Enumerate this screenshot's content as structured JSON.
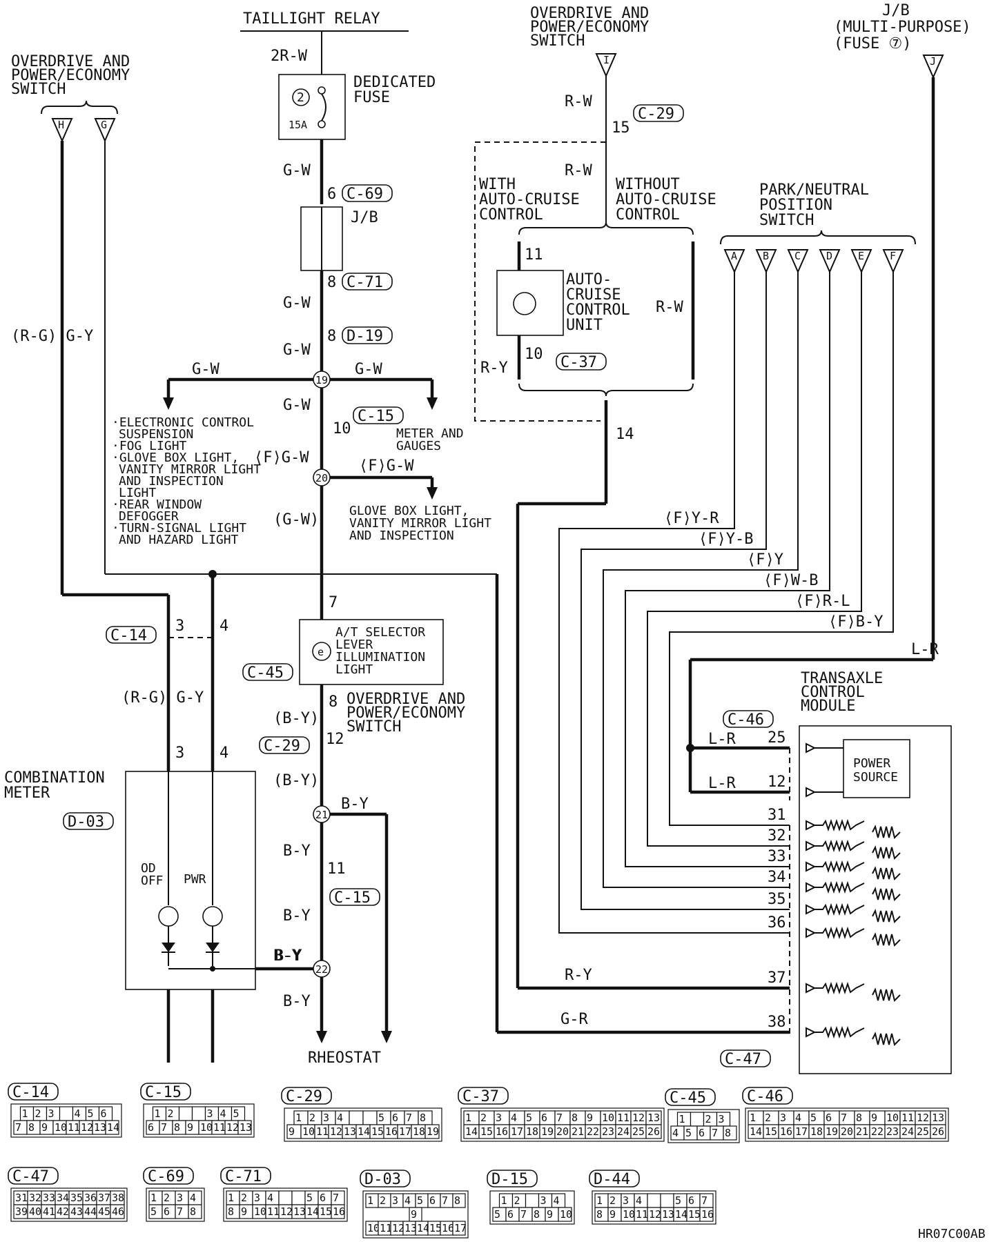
{
  "top": {
    "taillight_relay": "TAILLIGHT RELAY",
    "od_switch_top": [
      "OVERDRIVE AND",
      "POWER/ECONOMY",
      "SWITCH"
    ],
    "od_switch_left": [
      "OVERDRIVE AND",
      "POWER/ECONOMY",
      "SWITCH"
    ],
    "jb_fuse": [
      "J/B",
      "(MULTI-PURPOSE)",
      "(FUSE ⑦)"
    ],
    "term_h": "H",
    "term_g": "G",
    "term_i": "I",
    "term_j": "J"
  },
  "fuse": {
    "num": "2",
    "amp": "15A",
    "label": [
      "DEDICATED",
      "FUSE"
    ]
  },
  "jb": {
    "label": "J/B"
  },
  "wires": {
    "w_2rw": "2R-W",
    "w_gw": "G-W",
    "w_rw": "R-W",
    "w_ry": "R-Y",
    "w_rg_gy": "(R-G) G-Y",
    "w_fgw": "⟨F⟩G-W",
    "w_gw_paren": "(G-W)",
    "w_by_paren": "(B-Y)",
    "w_by": "B-Y",
    "w_lr": "L-R",
    "w_gr": "G-R",
    "w_fyr": "⟨F⟩Y-R",
    "w_fyb": "⟨F⟩Y-B",
    "w_fy": "⟨F⟩Y",
    "w_fwb": "⟨F⟩W-B",
    "w_frl": "⟨F⟩R-L",
    "w_fby": "⟨F⟩B-Y"
  },
  "connectors": {
    "c29": "C-29",
    "c69": "C-69",
    "c71": "C-71",
    "d19": "D-19",
    "c15": "C-15",
    "c37": "C-37",
    "c14": "C-14",
    "c45": "C-45",
    "d03": "D-03",
    "c46": "C-46",
    "c47": "C-47"
  },
  "pins": {
    "p6": "6",
    "p8": "8",
    "p10": "10",
    "p11": "11",
    "p14": "14",
    "p15": "15",
    "p3": "3",
    "p4": "4",
    "p7": "7",
    "p12": "12",
    "p25": "25",
    "p31": "31",
    "p32": "32",
    "p33": "33",
    "p34": "34",
    "p35": "35",
    "p36": "36",
    "p37": "37",
    "p38": "38"
  },
  "splices": {
    "s19": "19",
    "s20": "20",
    "s21": "21",
    "s22": "22"
  },
  "cruise": {
    "with": [
      "WITH",
      "AUTO-CRUISE",
      "CONTROL"
    ],
    "without": [
      "WITHOUT",
      "AUTO-CRUISE",
      "CONTROL"
    ],
    "unit": [
      "AUTO-",
      "CRUISE",
      "CONTROL",
      "UNIT"
    ]
  },
  "park_neutral": {
    "label": [
      "PARK/NEUTRAL",
      "POSITION",
      "SWITCH"
    ],
    "terminals": [
      "A",
      "B",
      "C",
      "D",
      "E",
      "F"
    ]
  },
  "loads": {
    "list": [
      [
        "·ELECTRONIC CONTROL",
        "SUSPENSION"
      ],
      [
        "·FOG LIGHT"
      ],
      [
        "·GLOVE BOX LIGHT,",
        "VANITY MIRROR LIGHT",
        "AND INSPECTION",
        "LIGHT"
      ],
      [
        "·REAR WINDOW",
        "DEFOGGER"
      ],
      [
        "·TURN-SIGNAL LIGHT",
        "AND HAZARD LIGHT"
      ]
    ],
    "meter": [
      "METER AND",
      "GAUGES"
    ],
    "glove": [
      "GLOVE BOX LIGHT,",
      "VANITY MIRROR LIGHT",
      "AND INSPECTION"
    ],
    "rheostat": "RHEOSTAT"
  },
  "selector": {
    "label": [
      "A/T SELECTOR",
      "LEVER",
      "ILLUMINATION",
      "LIGHT"
    ]
  },
  "od_switch_mid": [
    "OVERDRIVE AND",
    "POWER/ECONOMY",
    "SWITCH"
  ],
  "combo_meter": {
    "label": [
      "COMBINATION",
      "METER"
    ],
    "od_off": [
      "OD",
      "OFF"
    ],
    "pwr": "PWR"
  },
  "tcm": {
    "label": [
      "TRANSAXLE",
      "CONTROL",
      "MODULE"
    ],
    "power": [
      "POWER",
      "SOURCE"
    ]
  },
  "footer": {
    "code": "HR07C00AB"
  },
  "legend": [
    {
      "name": "C-14",
      "rows": [
        [
          "1",
          "2",
          "3",
          "",
          "4",
          "5",
          "6"
        ],
        [
          "7",
          "8",
          "9",
          "10",
          "11",
          "12",
          "13",
          "14"
        ]
      ]
    },
    {
      "name": "C-15",
      "rows": [
        [
          "1",
          "2",
          "",
          "",
          "3",
          "4",
          "5"
        ],
        [
          "6",
          "7",
          "8",
          "9",
          "10",
          "11",
          "12",
          "13"
        ]
      ]
    },
    {
      "name": "C-29",
      "rows": [
        [
          "1",
          "2",
          "3",
          "4",
          "",
          "",
          "5",
          "6",
          "7",
          "8"
        ],
        [
          "9",
          "10",
          "11",
          "12",
          "13",
          "14",
          "15",
          "16",
          "17",
          "18",
          "19"
        ]
      ]
    },
    {
      "name": "C-37",
      "rows": [
        [
          "1",
          "2",
          "3",
          "4",
          "5",
          "6",
          "7",
          "8",
          "9",
          "10",
          "11",
          "12",
          "13"
        ],
        [
          "14",
          "15",
          "16",
          "17",
          "18",
          "19",
          "20",
          "21",
          "22",
          "23",
          "24",
          "25",
          "26"
        ]
      ]
    },
    {
      "name": "C-45",
      "rows": [
        [
          "1",
          "",
          "2",
          "3"
        ],
        [
          "4",
          "5",
          "6",
          "7",
          "8"
        ]
      ]
    },
    {
      "name": "C-46",
      "rows": [
        [
          "1",
          "2",
          "3",
          "4",
          "5",
          "6",
          "7",
          "8",
          "9",
          "10",
          "11",
          "12",
          "13"
        ],
        [
          "14",
          "15",
          "16",
          "17",
          "18",
          "19",
          "20",
          "21",
          "22",
          "23",
          "24",
          "25",
          "26"
        ]
      ]
    },
    {
      "name": "C-47",
      "rows": [
        [
          "31",
          "32",
          "33",
          "34",
          "35",
          "36",
          "37",
          "38"
        ],
        [
          "39",
          "40",
          "41",
          "42",
          "43",
          "44",
          "45",
          "46"
        ]
      ]
    },
    {
      "name": "C-69",
      "rows": [
        [
          "1",
          "2",
          "3",
          "4"
        ],
        [
          "5",
          "6",
          "7",
          "8"
        ]
      ]
    },
    {
      "name": "C-71",
      "rows": [
        [
          "1",
          "2",
          "3",
          "4",
          "",
          "",
          "5",
          "6",
          "7"
        ],
        [
          "8",
          "9",
          "10",
          "11",
          "12",
          "13",
          "14",
          "15",
          "16"
        ]
      ]
    },
    {
      "name": "D-03",
      "rows": [
        [
          "1",
          "2",
          "3",
          "4",
          "5",
          "6",
          "7",
          "8"
        ],
        [
          "9"
        ],
        [
          "10",
          "11",
          "12",
          "13",
          "14",
          "15",
          "16",
          "17"
        ]
      ]
    },
    {
      "name": "D-15",
      "rows": [
        [
          "1",
          "2",
          "",
          "3",
          "4"
        ],
        [
          "5",
          "6",
          "7",
          "8",
          "9",
          "10"
        ]
      ]
    },
    {
      "name": "D-44",
      "rows": [
        [
          "1",
          "2",
          "3",
          "4",
          "",
          "",
          "5",
          "6",
          "7"
        ],
        [
          "8",
          "9",
          "10",
          "11",
          "12",
          "13",
          "14",
          "15",
          "16"
        ]
      ]
    }
  ]
}
